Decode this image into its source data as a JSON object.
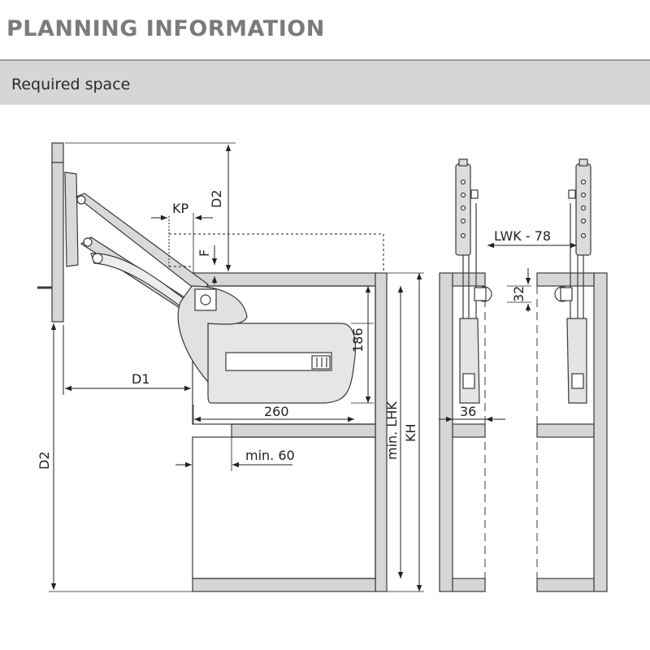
{
  "header": {
    "title": "PLANNING INFORMATION",
    "section": "Required space"
  },
  "dimensions": {
    "kp": "KP",
    "f": "F",
    "d2_top": "D2",
    "d1": "D1",
    "d2_side": "D2",
    "w260": "260",
    "h186": "186",
    "min60": "min. 60",
    "lhk": "min. LHK",
    "kh": "KH",
    "lwk": "LWK - 78",
    "d32": "32",
    "d36": "36"
  },
  "colors": {
    "panel": "#d6d6d6",
    "line": "#3a3a3a",
    "title": "#7b7b7b"
  }
}
